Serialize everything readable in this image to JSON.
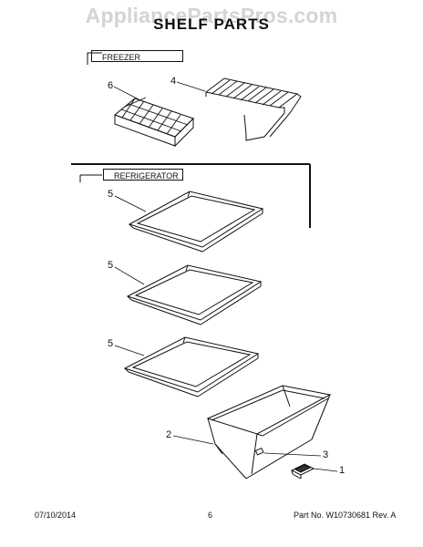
{
  "watermark": "AppliancePartsPros.com",
  "title": "SHELF PARTS",
  "sections": {
    "freezer": "FREEZER",
    "refrigerator": "REFRIGERATOR"
  },
  "callouts": {
    "ice_tray": "6",
    "wire_shelf": "4",
    "glass_shelf_top": "5",
    "glass_shelf_middle": "5",
    "glass_shelf_bottom": "5",
    "crisper_drawer": "2",
    "slide": "3",
    "screw": "1"
  },
  "footer": {
    "date": "07/10/2014",
    "page": "6",
    "part_number": "Part No. W10730681  Rev. A"
  }
}
